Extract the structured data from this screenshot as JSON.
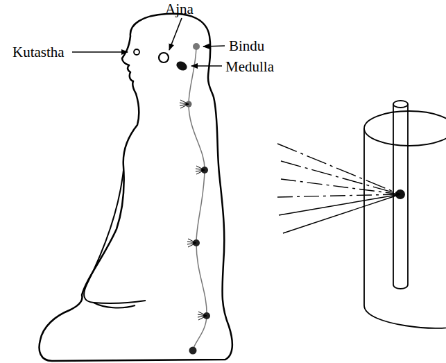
{
  "diagram": {
    "labels": [
      "Ajna",
      "Kutastha",
      "Bindu",
      "Medulla"
    ]
  }
}
